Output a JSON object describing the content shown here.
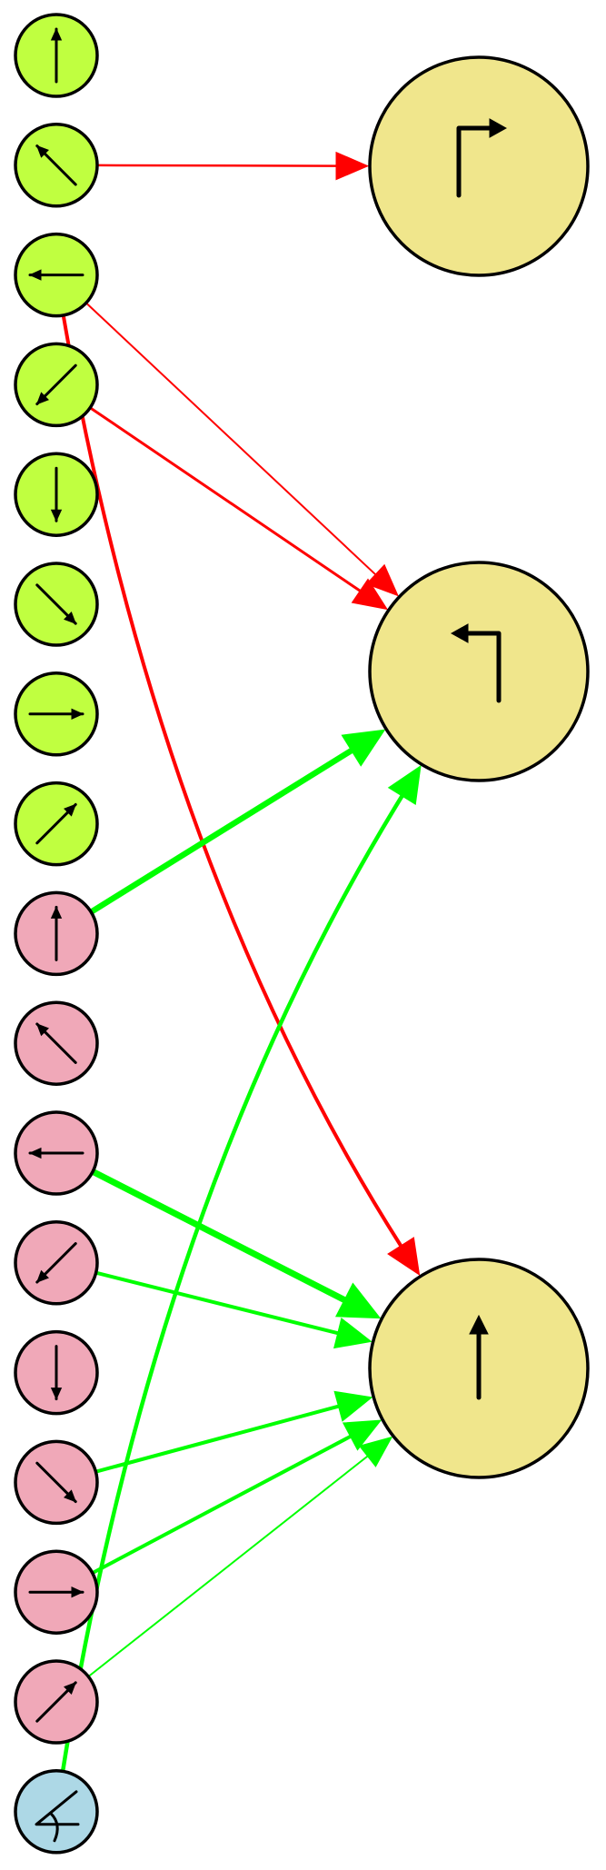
{
  "colors": {
    "green_node": "#c0ff40",
    "pink_node": "#f0a8b8",
    "blue_node": "#add8e6",
    "output_node": "#f0e68c",
    "excitatory": "#00ff00",
    "inhibitory": "#ff0000",
    "outline": "#000000"
  },
  "inputs": [
    {
      "group": "green",
      "icon": "arrow-up-icon"
    },
    {
      "group": "green",
      "icon": "arrow-up-left-icon"
    },
    {
      "group": "green",
      "icon": "arrow-left-icon"
    },
    {
      "group": "green",
      "icon": "arrow-down-left-icon"
    },
    {
      "group": "green",
      "icon": "arrow-down-icon"
    },
    {
      "group": "green",
      "icon": "arrow-down-right-icon"
    },
    {
      "group": "green",
      "icon": "arrow-right-icon"
    },
    {
      "group": "green",
      "icon": "arrow-up-right-icon"
    },
    {
      "group": "pink",
      "icon": "arrow-up-icon"
    },
    {
      "group": "pink",
      "icon": "arrow-up-left-icon"
    },
    {
      "group": "pink",
      "icon": "arrow-left-icon"
    },
    {
      "group": "pink",
      "icon": "arrow-down-left-icon"
    },
    {
      "group": "pink",
      "icon": "arrow-down-icon"
    },
    {
      "group": "pink",
      "icon": "arrow-down-right-icon"
    },
    {
      "group": "pink",
      "icon": "arrow-right-icon"
    },
    {
      "group": "pink",
      "icon": "arrow-up-right-icon"
    },
    {
      "group": "blue",
      "icon": "angle-icon"
    }
  ],
  "outputs": [
    {
      "icon": "turn-right-icon"
    },
    {
      "icon": "turn-left-icon"
    },
    {
      "icon": "forward-icon"
    }
  ],
  "connections": [
    {
      "from": 1,
      "to": 0,
      "sign": "inhibitory",
      "weight": 2.5
    },
    {
      "from": 2,
      "to": 1,
      "sign": "inhibitory",
      "weight": 2
    },
    {
      "from": 3,
      "to": 1,
      "sign": "inhibitory",
      "weight": 3
    },
    {
      "from": 2,
      "to": 2,
      "sign": "inhibitory",
      "weight": 4
    },
    {
      "from": 8,
      "to": 1,
      "sign": "excitatory",
      "weight": 6.5
    },
    {
      "from": 16,
      "to": 1,
      "sign": "excitatory",
      "weight": 4.5
    },
    {
      "from": 10,
      "to": 2,
      "sign": "excitatory",
      "weight": 7
    },
    {
      "from": 11,
      "to": 2,
      "sign": "excitatory",
      "weight": 4
    },
    {
      "from": 13,
      "to": 2,
      "sign": "excitatory",
      "weight": 4
    },
    {
      "from": 14,
      "to": 2,
      "sign": "excitatory",
      "weight": 4
    },
    {
      "from": 15,
      "to": 2,
      "sign": "excitatory",
      "weight": 2
    }
  ]
}
